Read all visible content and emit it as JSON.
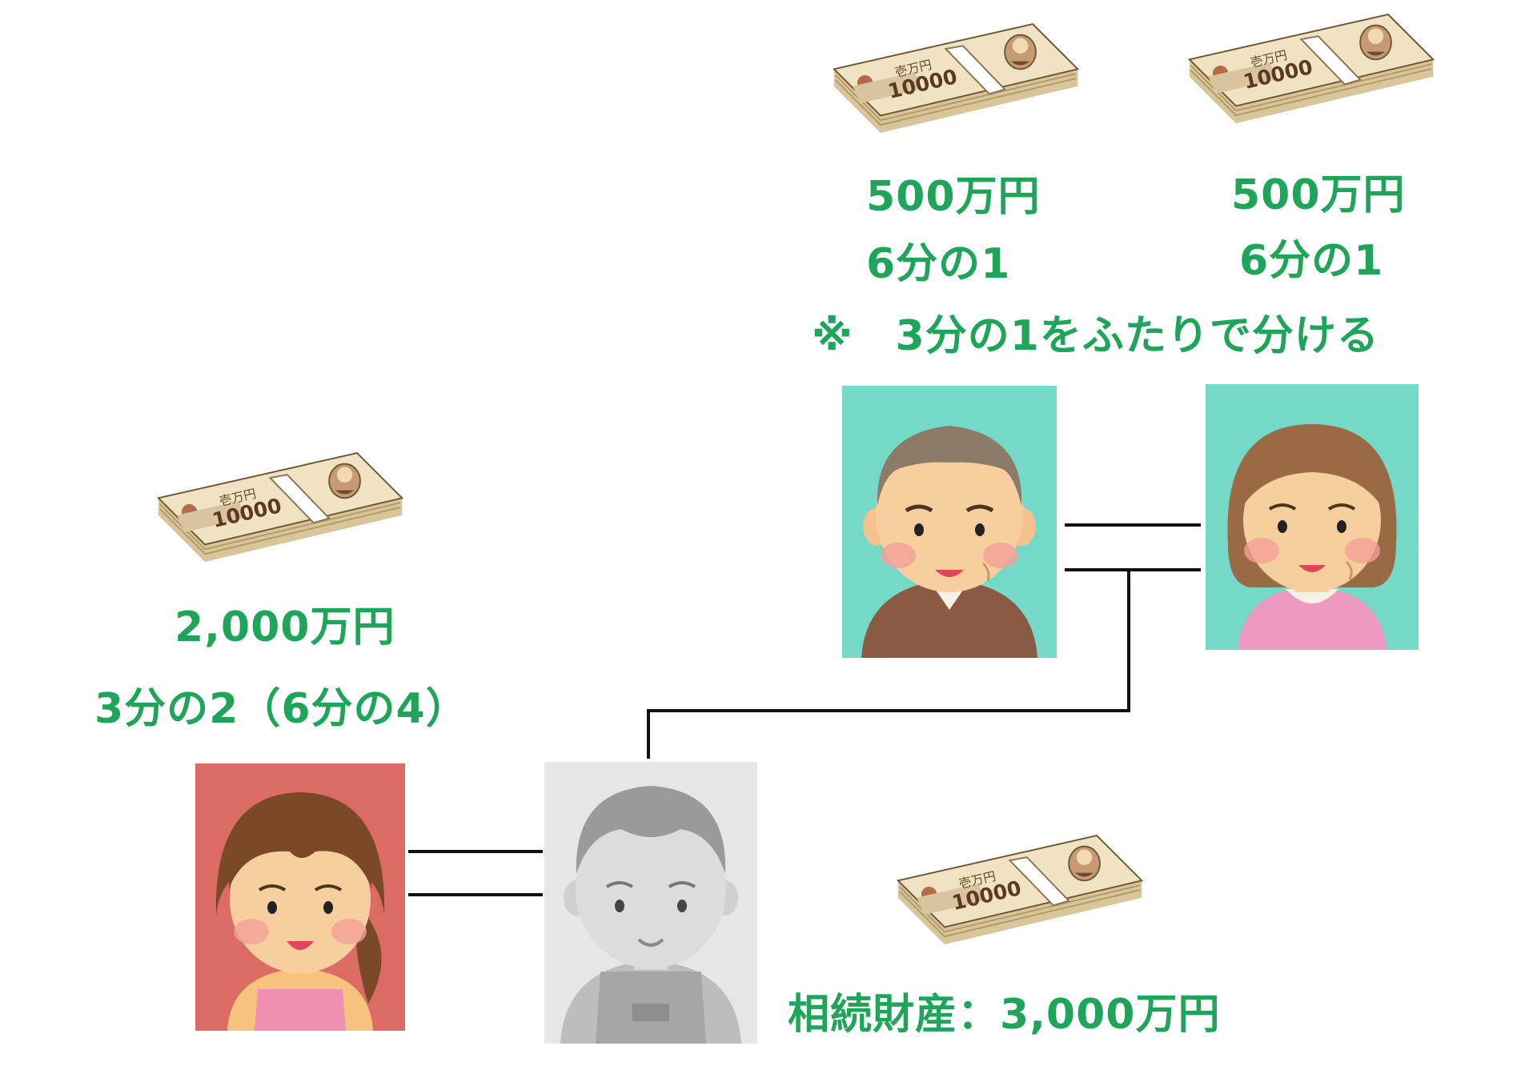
{
  "colors": {
    "label_green": "#1fa55a",
    "line": "#111111",
    "grandparent_bg": "#74d9c7",
    "spouse_bg": "#dd6b65",
    "deceased_bg": "#e6e6e6"
  },
  "grandfather": {
    "amount": "500万円",
    "fraction": "6分の1",
    "icon": "grandfather-portrait"
  },
  "grandmother": {
    "amount": "500万円",
    "fraction": "6分の1",
    "icon": "grandmother-portrait"
  },
  "parents_note": "※　3分の1をふたりで分ける",
  "spouse": {
    "amount": "2,000万円",
    "fraction": "3分の2（6分の4）",
    "icon": "spouse-portrait"
  },
  "deceased": {
    "icon": "deceased-portrait"
  },
  "estate": {
    "label": "相続財産：3,000万円"
  },
  "bundle_text": {
    "face_value": "10000",
    "header": "壱万円"
  }
}
